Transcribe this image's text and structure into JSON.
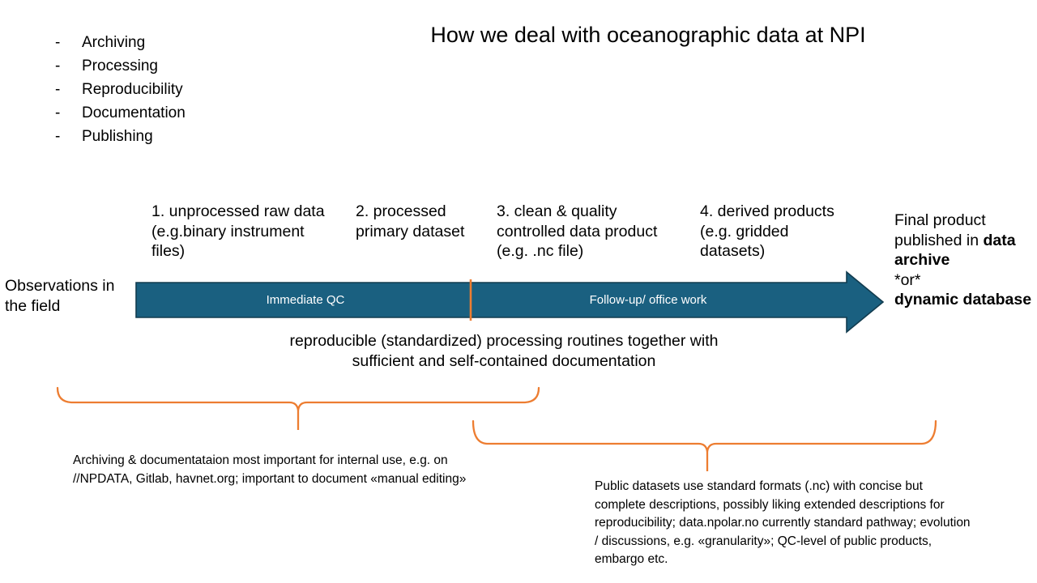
{
  "title": "How we deal with oceanographic data at NPI",
  "colors": {
    "arrow_fill": "#1A6080",
    "arrow_outline": "#123C4F",
    "accent_orange": "#ED7D31",
    "text": "#000000",
    "bar_text": "#FFFFFF",
    "background": "#FFFFFF"
  },
  "bullets": {
    "marker": "-",
    "items": [
      "Archiving",
      "Processing",
      "Reproducibility",
      "Documentation",
      "Publishing"
    ]
  },
  "stages": [
    {
      "id": "stage-1",
      "text": "1. unprocessed raw data (e.g.binary instrument files)"
    },
    {
      "id": "stage-2",
      "text": "2. processed primary dataset"
    },
    {
      "id": "stage-3",
      "text": "3. clean & quality controlled data product (e.g. .nc file)"
    },
    {
      "id": "stage-4",
      "text": "4. derived products (e.g. gridded datasets)"
    }
  ],
  "observations": "Observations in the field",
  "final_product": {
    "line1": "Final product published in ",
    "strong1": "data archive",
    "line2": "*or*",
    "strong2": "dynamic database"
  },
  "arrow": {
    "segment_left_label": "Immediate QC",
    "segment_right_label": "Follow-up/ office work"
  },
  "center_caption": "reproducible (standardized) processing routines together with sufficient and self-contained documentation",
  "annotations": {
    "left": "Archiving & documentataion most important for internal use, e.g. on //NPDATA, Gitlab, havnet.org; important to document «manual editing»",
    "right": "Public datasets use standard formats (.nc) with concise but complete descriptions, possibly liking extended descriptions for reproducibility; data.npolar.no currently standard pathway; evolution / discussions, e.g. «granularity»; QC-level of public products, embargo etc."
  }
}
